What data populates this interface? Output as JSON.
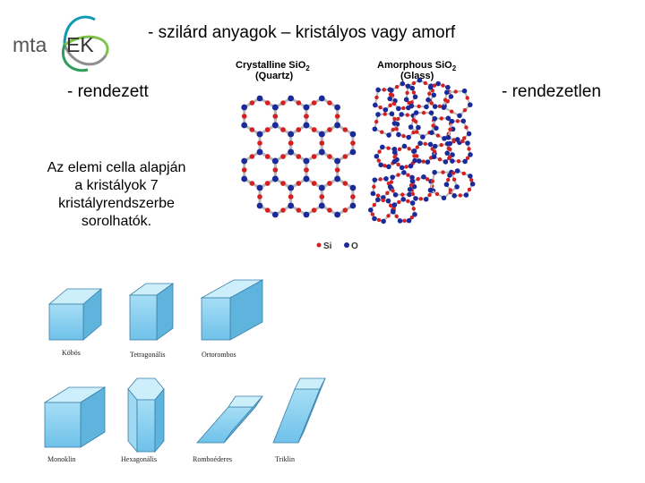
{
  "logo": {
    "text": "mta",
    "letter": "EK"
  },
  "title": "- szilárd anyagok – kristályos vagy amorf",
  "left_label": "- rendezett",
  "right_label": "- rendezetlen",
  "note_lines": [
    "Az elemi cella alapján",
    "a kristályok 7",
    "kristályrendszerbe",
    "sorolhatók."
  ],
  "lattice": {
    "crystalline_title": "Crystalline SiO",
    "crystalline_sub": "(Quartz)",
    "amorphous_title": "Amorphous SiO",
    "amorphous_sub": "(Glass)",
    "subscript": "2",
    "legend_si": "Si",
    "legend_o": "O",
    "colors": {
      "si": "#d42020",
      "o": "#1a2a9a",
      "bond": "#b9b9b9"
    }
  },
  "crystal_systems": [
    "Köbös",
    "Tetragonális",
    "Ortorombos",
    "Monoklin",
    "Hexagonális",
    "Romboéderes",
    "Triklin"
  ],
  "colors": {
    "crystal_fill": "#8fd3f2",
    "crystal_top": "#c8ecfa",
    "crystal_side": "#5fb4de",
    "crystal_edge": "#3a7fa8"
  }
}
